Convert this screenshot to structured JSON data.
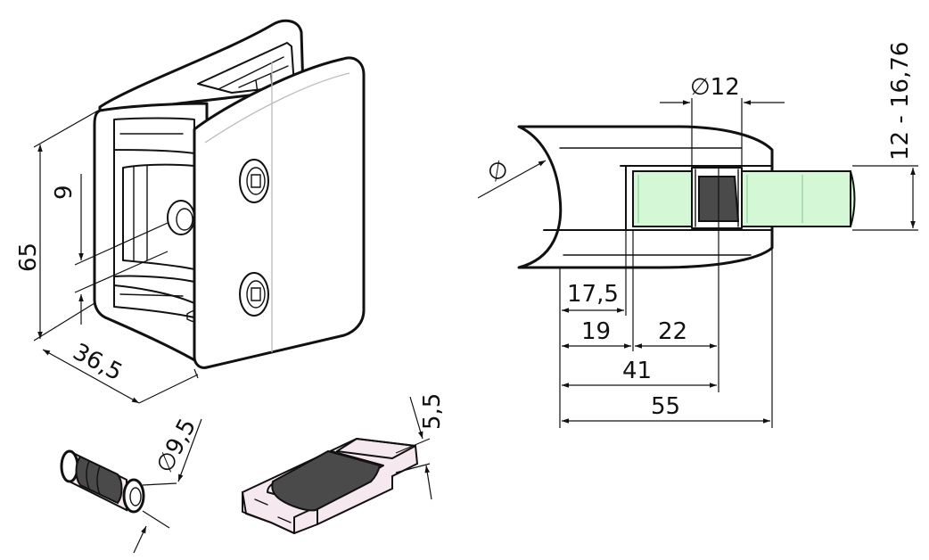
{
  "dimensions": {
    "height": "65",
    "depth": "36,5",
    "hole_offset": "9",
    "pin_diameter": "∅9,5",
    "insert_thickness": "5,5",
    "bolt_diameter": "∅12",
    "glass_range": "12 - 16,76",
    "tube_diameter": "∅",
    "d_17_5": "17,5",
    "d_19": "19",
    "d_22": "22",
    "d_41": "41",
    "d_55": "55"
  },
  "colors": {
    "glass": "#d4f7d6",
    "rubber": "#4a4a4a",
    "insert": "#f5e8ee"
  },
  "parts": {
    "clamp_body": "clamp-body-illustration",
    "pin": "pin-illustration",
    "insert": "insert-illustration",
    "section": "section-view"
  }
}
